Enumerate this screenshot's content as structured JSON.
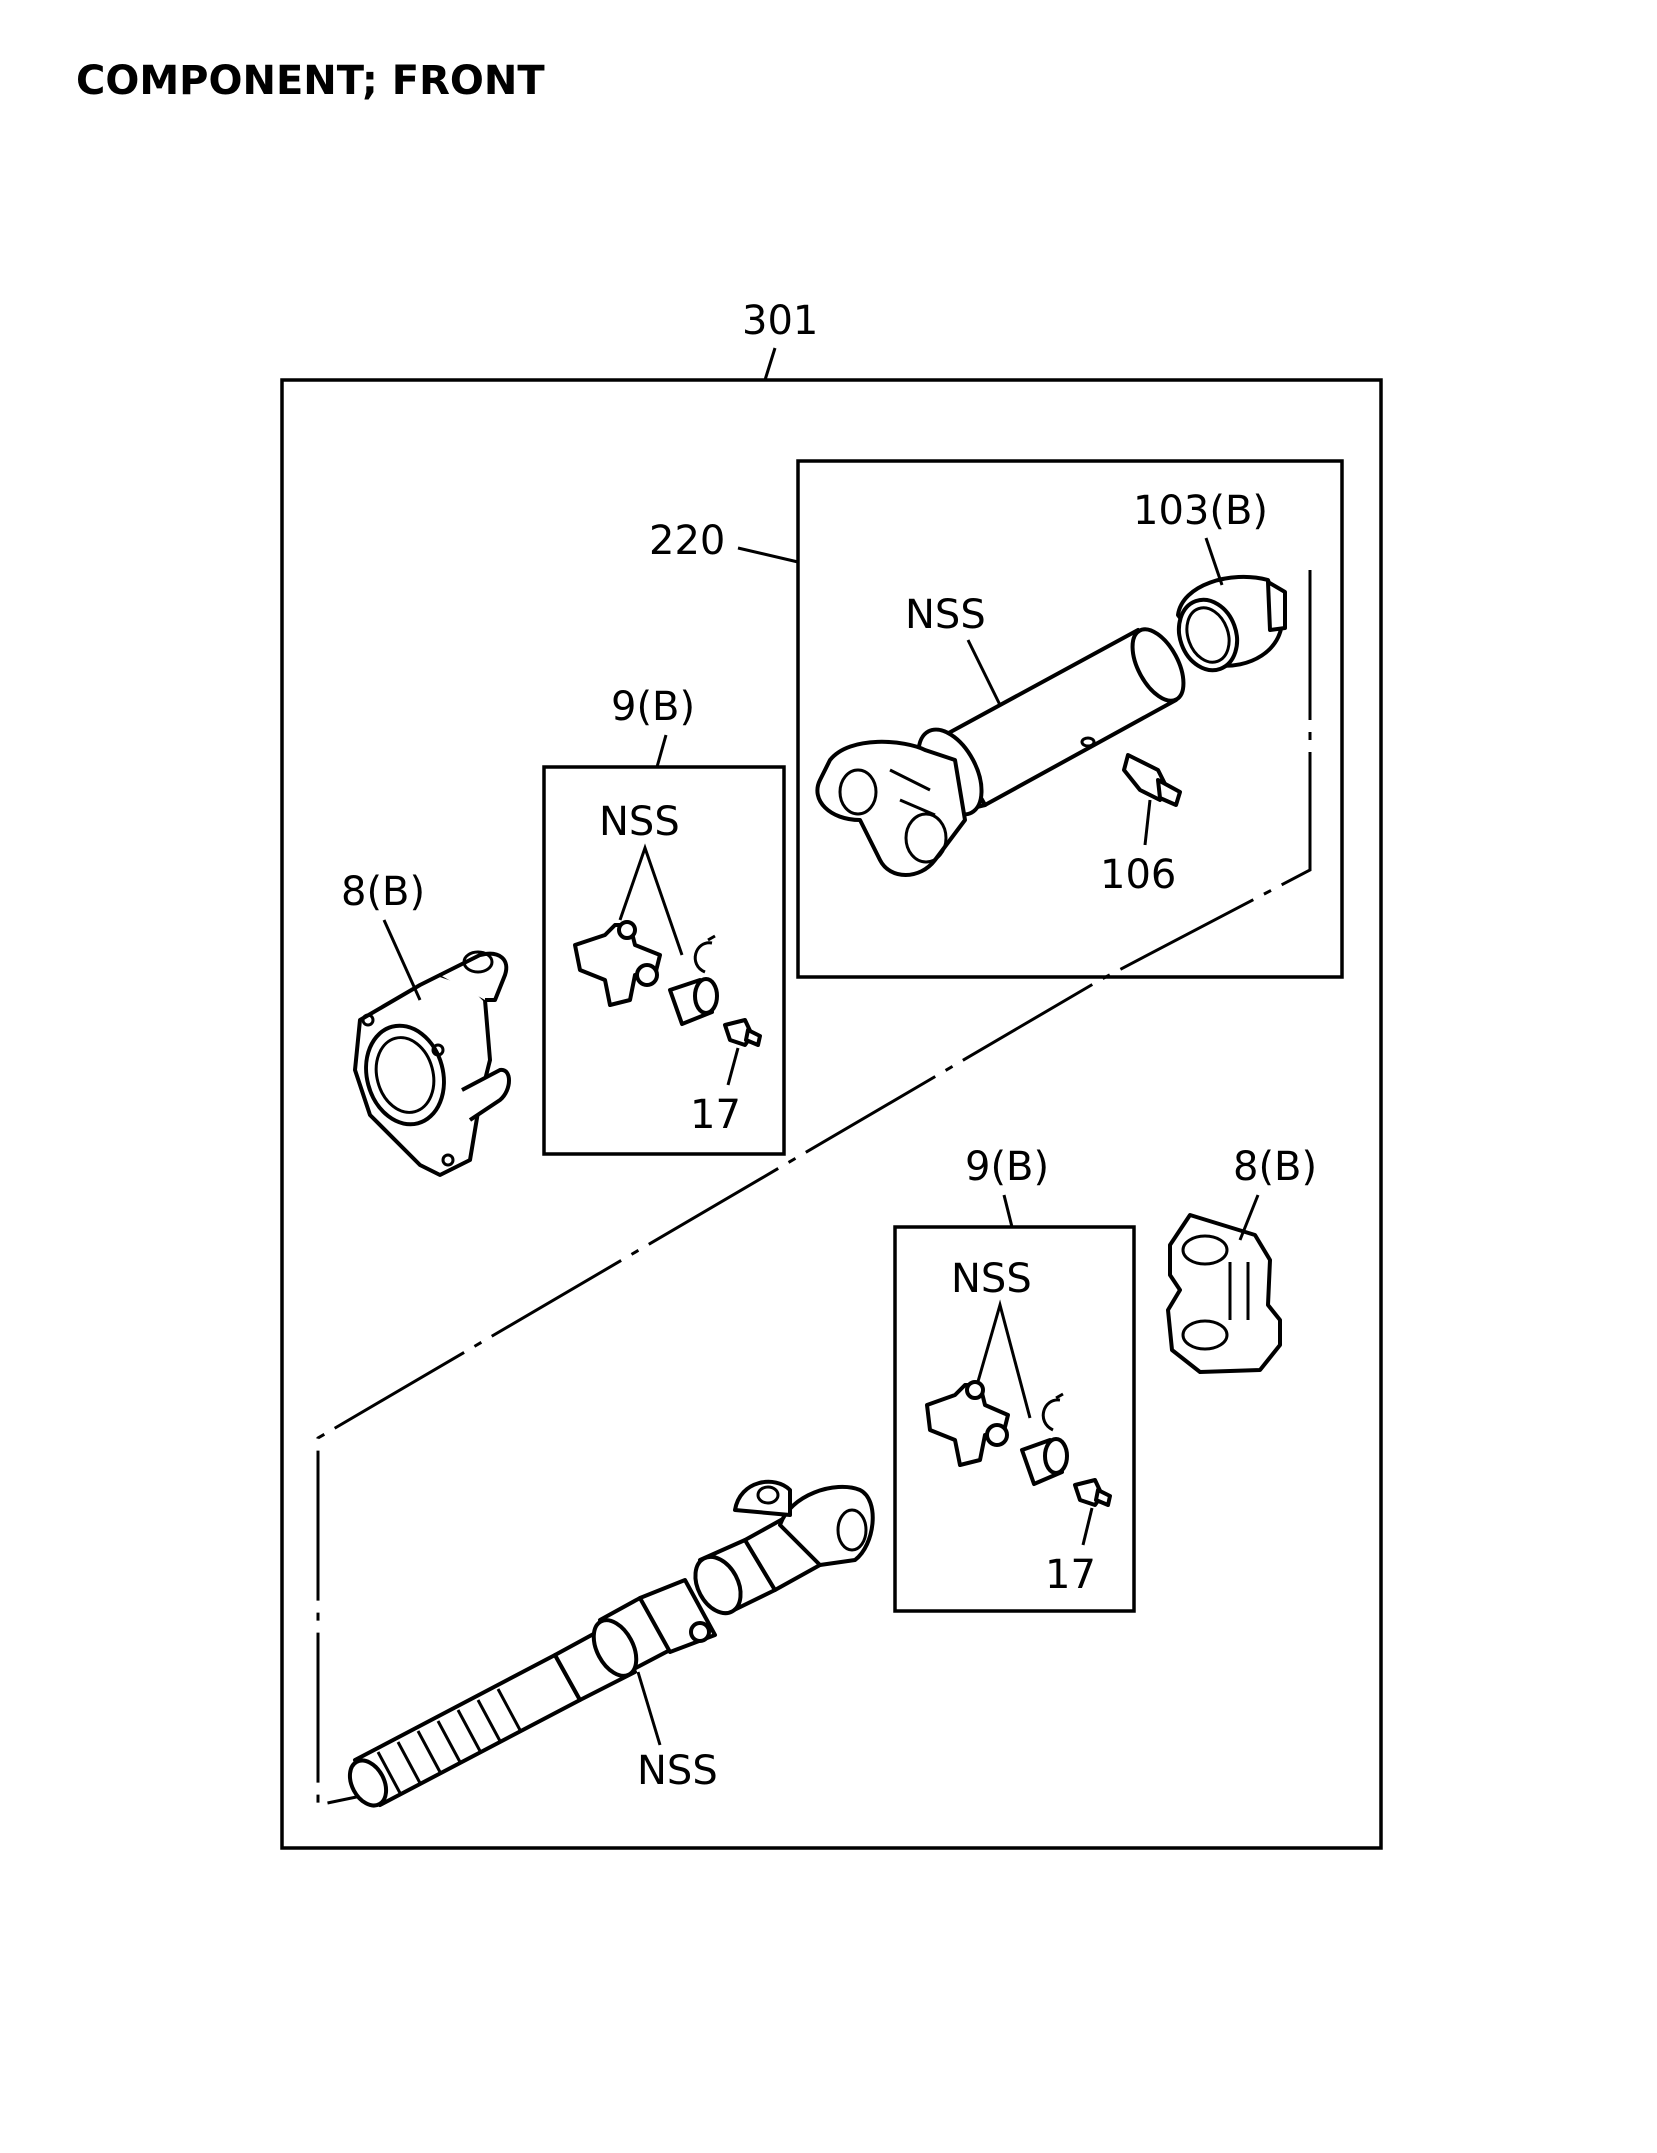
{
  "title": "COMPONENT; FRONT",
  "callouts": {
    "assembly": "301",
    "shaft_assy": "220",
    "boot": "103(B)",
    "nss_tube": "NSS",
    "grease_fitting": "106",
    "joint_kit_upper": "9(B)",
    "nss_upper_kit": "NSS",
    "bolt_upper": "17",
    "flange_yoke_left": "8(B)",
    "joint_kit_lower": "9(B)",
    "flange_yoke_right": "8(B)",
    "nss_lower_kit": "NSS",
    "bolt_lower": "17",
    "nss_slip_shaft": "NSS"
  }
}
